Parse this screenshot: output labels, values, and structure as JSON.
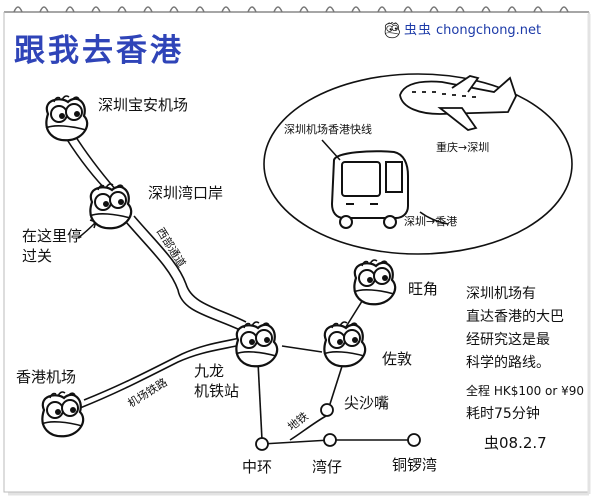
{
  "title": "跟我去香港",
  "brand": {
    "prefix": "虫虫",
    "url": "chongchong.net"
  },
  "stations": {
    "shenzhen_airport": "深圳宝安机场",
    "shenzhen_bay_port": "深圳湾口岸",
    "hk_airport": "香港机场",
    "kowloon_station": "九龙\n机铁站",
    "mong_kok": "旺角",
    "jordan": "佐敦",
    "tsim_sha_tsui": "尖沙嘴",
    "central": "中环",
    "wan_chai": "湾仔",
    "causeway_bay": "铜锣湾"
  },
  "route_labels": {
    "border_crossing": "在这里停\n过关",
    "western_corridor": "西部通道",
    "airport_express": "机场铁路",
    "subway": "地铁"
  },
  "bus_bubble": {
    "express_bus": "深圳机场香港快线",
    "flight": "重庆→深圳",
    "bus_route": "深圳→香港"
  },
  "note": {
    "lines": [
      "深圳机场有",
      "直达香港的大巴",
      "经研究这是最",
      "科学的路线。",
      "全程 HK$100 or ¥90",
      "耗时75分钟"
    ],
    "signature": "虫08.2.7"
  },
  "colors": {
    "title": "#2f44b8",
    "brand": "#1c3aa8",
    "ink": "#111111"
  }
}
